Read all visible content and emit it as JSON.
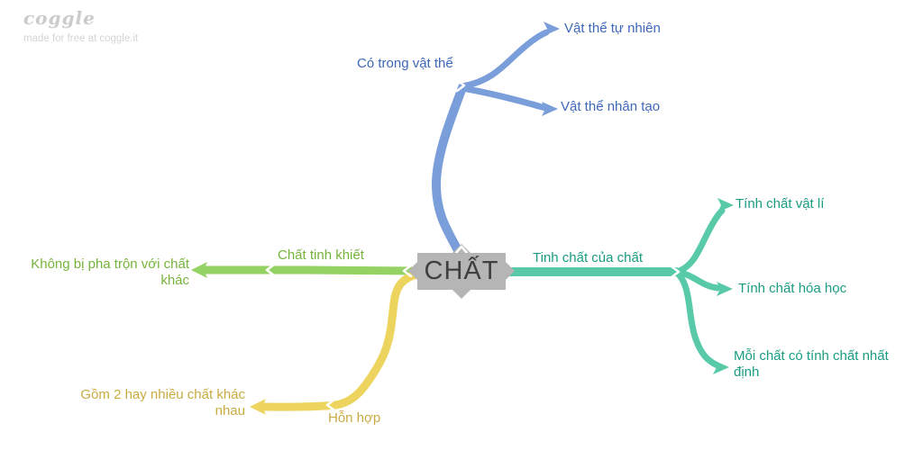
{
  "watermark": {
    "logo": "coggle",
    "tagline": "made for free at coggle.it"
  },
  "mindmap": {
    "root": {
      "label": "CHẤT",
      "bg_color": "#b5b5b5",
      "text_color": "#3f3f3f"
    },
    "branches": [
      {
        "name": "co-trong-vat-the",
        "label": "Có trong vật thể",
        "color": "#7a9eda",
        "text_color": "#3e68b8",
        "direction": "up",
        "children": [
          {
            "label": "Vật thể tự nhiên"
          },
          {
            "label": "Vật thể nhân tạo"
          }
        ]
      },
      {
        "name": "tinh-chat-cua-chat",
        "label": "Tinh chất của chất",
        "color": "#58caa8",
        "text_color": "#1a9c82",
        "direction": "right",
        "children": [
          {
            "label": "Tính chất vật lí"
          },
          {
            "label": "Tính chất hóa học"
          },
          {
            "label": "Mỗi chất có tính chất nhất định"
          }
        ]
      },
      {
        "name": "chat-tinh-khiet",
        "label": "Chất tinh khiết",
        "color": "#93d263",
        "text_color": "#76b33c",
        "direction": "left",
        "children": [
          {
            "label": "Không bị pha trộn với chất khác"
          }
        ]
      },
      {
        "name": "hon-hop",
        "label": "Hỗn hợp",
        "color": "#ecd45f",
        "text_color": "#c9ab42",
        "direction": "down-left",
        "children": [
          {
            "label": "Gồm 2 hay nhiều chất khác nhau"
          }
        ]
      }
    ]
  },
  "colors": {
    "canvas_bg": "#ffffff",
    "node_bg": "#b5b5b5",
    "node_text": "#3f3f3f",
    "blue_branch": "#7a9eda",
    "teal_branch": "#58caa8",
    "green_branch": "#93d263",
    "yellow_branch": "#ecd45f",
    "watermark": "#cbcbcb"
  }
}
